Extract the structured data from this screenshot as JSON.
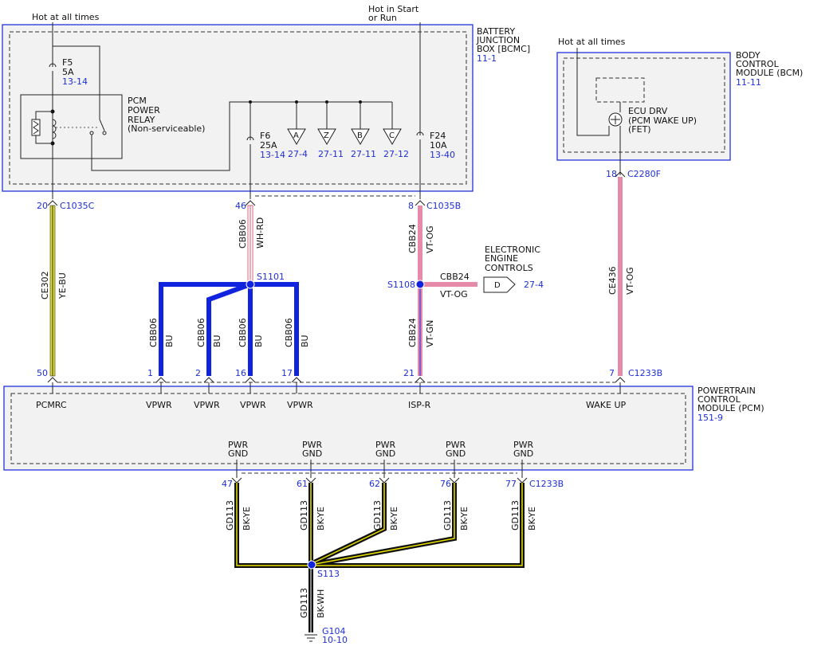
{
  "top": {
    "hot_all_times_left": "Hot at all times",
    "hot_start_run_1": "Hot in Start",
    "hot_start_run_2": "or Run",
    "hot_all_times_right": "Hot at all times"
  },
  "bjb": {
    "title_1": "BATTERY",
    "title_2": "JUNCTION",
    "title_3": "BOX [BCMC]",
    "ref": "11-1",
    "f5_name": "F5",
    "f5_amp": "5A",
    "f5_ref": "13-14",
    "relay_1": "PCM",
    "relay_2": "POWER",
    "relay_3": "RELAY",
    "relay_4": "(Non-serviceable)",
    "f6_name": "F6",
    "f6_amp": "25A",
    "f6_ref": "13-14",
    "f24_name": "F24",
    "f24_amp": "10A",
    "f24_ref": "13-40",
    "tri_a": "A",
    "tri_a_ref": "27-4",
    "tri_z": "Z",
    "tri_z_ref": "27-11",
    "tri_b": "B",
    "tri_b_ref": "27-11",
    "tri_c": "C",
    "tri_c_ref": "27-12"
  },
  "bcm": {
    "title_1": "BODY",
    "title_2": "CONTROL",
    "title_3": "MODULE (BCM)",
    "ref": "11-11",
    "ecu_1": "ECU DRV",
    "ecu_2": "(PCM WAKE UP)",
    "ecu_3": "(FET)",
    "pin": "18",
    "connector": "C2280F"
  },
  "upper_pins": {
    "p20": "20",
    "c1035c": "C1035C",
    "p46": "46",
    "p8": "8",
    "c1035b": "C1035B"
  },
  "wires": {
    "ce302": "CE302",
    "ye_bu": "YE-BU",
    "cbb06": "CBB06",
    "wh_rd": "WH-RD",
    "cbb24": "CBB24",
    "vt_og": "VT-OG",
    "vt_gn": "VT-GN",
    "ce436": "CE436",
    "bu": "BU",
    "gd113": "GD113",
    "bk_ye": "BK-YE",
    "bk_wh": "BK-WH"
  },
  "splices": {
    "s1101": "S1101",
    "s1108": "S1108",
    "s113": "S113"
  },
  "eec": {
    "line_1": "ELECTRONIC",
    "line_2": "ENGINE",
    "line_3": "CONTROLS",
    "d": "D",
    "d_ref": "27-4"
  },
  "pcm_pins": {
    "p50": "50",
    "p1": "1",
    "p2": "2",
    "p16": "16",
    "p17": "17",
    "p21": "21",
    "p7": "7",
    "c1233b": "C1233B",
    "p47": "47",
    "p61": "61",
    "p62": "62",
    "p76": "76",
    "p77": "77"
  },
  "pcm": {
    "title_1": "POWERTRAIN",
    "title_2": "CONTROL",
    "title_3": "MODULE (PCM)",
    "ref": "151-9",
    "pcmrc": "PCMRC",
    "vpwr": "VPWR",
    "ispr": "ISP-R",
    "wakeup": "WAKE UP",
    "pwr": "PWR",
    "gnd": "GND"
  },
  "ground": {
    "g104": "G104",
    "ref": "10-10"
  },
  "colors": {
    "blue_wire": "#1024e0",
    "yellow_wire": "#e8e000",
    "pink_wire": "#e58aa8",
    "ref_blue": "#1f2fd6",
    "black_wire": "#111111"
  }
}
